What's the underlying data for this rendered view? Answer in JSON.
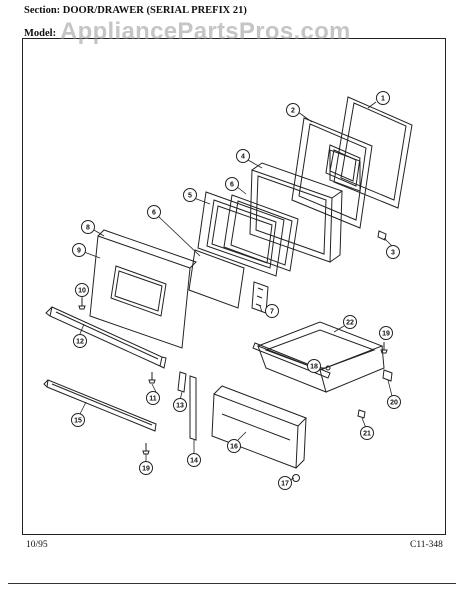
{
  "header": {
    "section_label": "Section:",
    "section_title": "DOOR/DRAWER (SERIAL PREFIX 21)",
    "model_label": "Model:"
  },
  "watermark": "AppliancePartsPros.com",
  "footer": {
    "date": "10/95",
    "code": "C11-348"
  },
  "callouts": [
    "1",
    "2",
    "3",
    "4",
    "5",
    "6",
    "6",
    "7",
    "8",
    "9",
    "10",
    "11",
    "12",
    "13",
    "14",
    "15",
    "16",
    "17",
    "18",
    "19",
    "19",
    "20",
    "21",
    "22"
  ]
}
